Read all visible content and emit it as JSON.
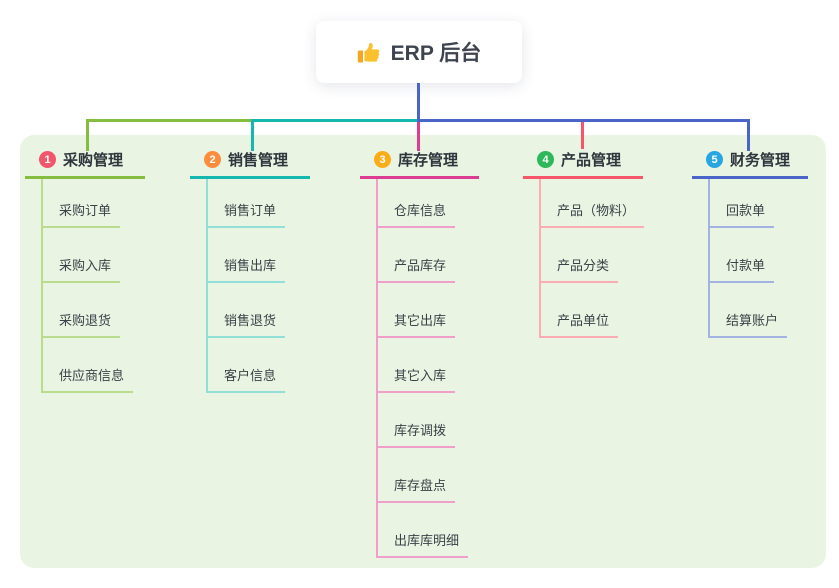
{
  "root": {
    "title": "ERP 后台",
    "icon": "thumbs-up-icon"
  },
  "colors": {
    "panel_bg": "#e9f5e2",
    "root_line": "#4a64c8",
    "root_text": "#3d4450",
    "thumb_yellow": "#fbc02d",
    "thumb_cuff": "#f5a623"
  },
  "branches": [
    {
      "num": "1",
      "title": "采购管理",
      "color": "#84bd3f",
      "light": "#b9dc8e",
      "badge": "#f2566b",
      "children": [
        "采购订单",
        "采购入库",
        "采购退货",
        "供应商信息"
      ]
    },
    {
      "num": "2",
      "title": "销售管理",
      "color": "#14b8ae",
      "light": "#92ded8",
      "badge": "#fb8d3d",
      "children": [
        "销售订单",
        "销售出库",
        "销售退货",
        "客户信息"
      ]
    },
    {
      "num": "3",
      "title": "库存管理",
      "color": "#dc3d92",
      "light": "#f09fca",
      "badge": "#fbad18",
      "children": [
        "仓库信息",
        "产品库存",
        "其它出库",
        "其它入库",
        "库存调拨",
        "库存盘点",
        "出库库明细"
      ]
    },
    {
      "num": "4",
      "title": "产品管理",
      "color": "#f7566a",
      "light": "#fbadb4",
      "badge": "#2eb85c",
      "children": [
        "产品（物料）",
        "产品分类",
        "产品单位"
      ]
    },
    {
      "num": "5",
      "title": "财务管理",
      "color": "#4a64c8",
      "light": "#a2b3e2",
      "badge": "#27a6e1",
      "children": [
        "回款单",
        "付款单",
        "结算账户"
      ]
    }
  ]
}
